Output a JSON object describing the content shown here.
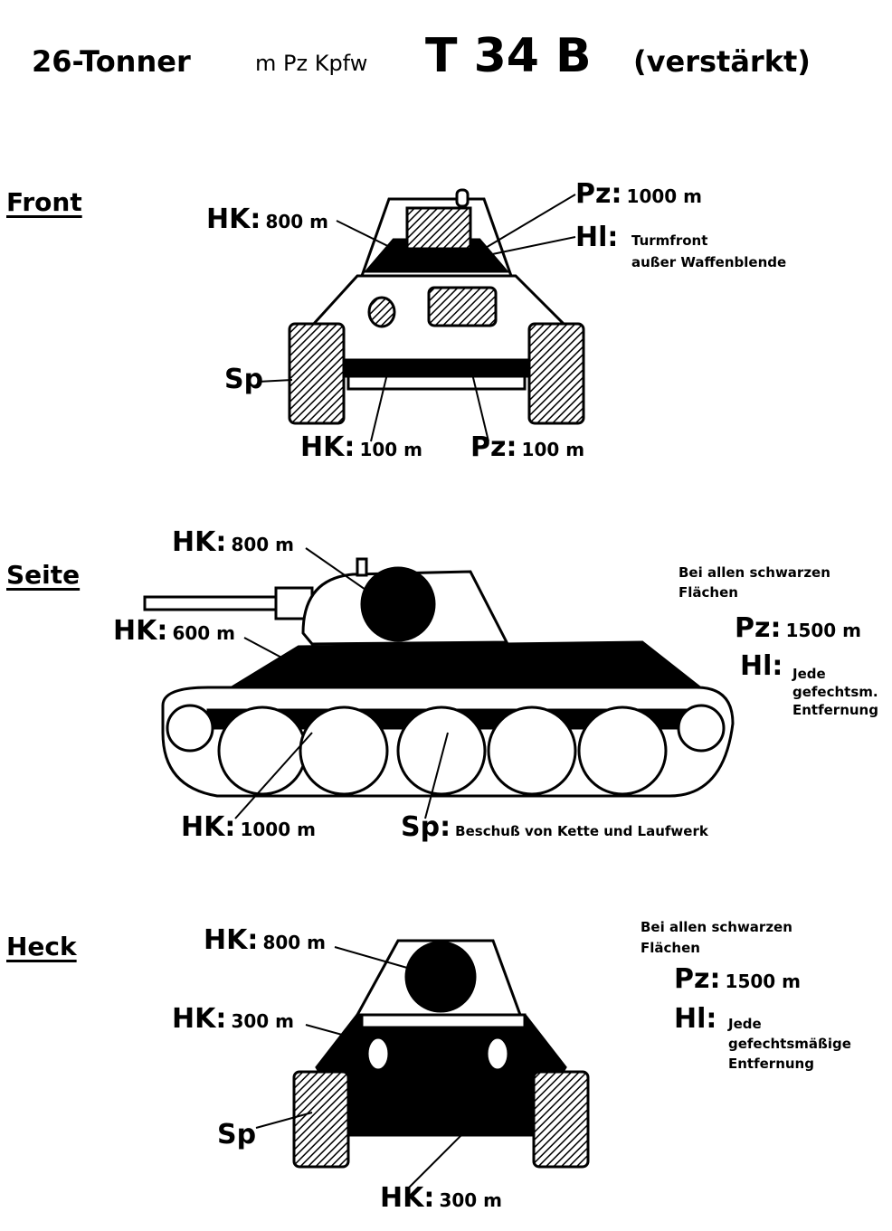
{
  "title": {
    "part1": "26-Tonner",
    "part2": "m Pz Kpfw",
    "part3": "T 34 B",
    "part4": "(verstärkt)"
  },
  "front": {
    "section": "Front",
    "labels": [
      {
        "code": "HK:",
        "value": "800 m"
      },
      {
        "code": "Pz:",
        "value": "1000 m"
      },
      {
        "code": "Hl:",
        "value": "Turmfront",
        "value2": "außer Waffenblende"
      },
      {
        "code": "Sp",
        "value": ""
      },
      {
        "code": "HK:",
        "value": "100 m"
      },
      {
        "code": "Pz:",
        "value": "100 m"
      }
    ]
  },
  "side": {
    "section": "Seite",
    "note": [
      "Bei allen schwarzen",
      "Flächen"
    ],
    "labels": [
      {
        "code": "HK:",
        "value": "800 m"
      },
      {
        "code": "HK:",
        "value": "600 m"
      },
      {
        "code": "Pz:",
        "value": "1500 m"
      },
      {
        "code": "Hl:",
        "value": "Jede",
        "value2": "gefechtsm.",
        "value3": "Entfernung"
      },
      {
        "code": "HK:",
        "value": "1000 m"
      },
      {
        "code": "Sp:",
        "value": "Beschuß von Kette und Laufwerk"
      }
    ]
  },
  "rear": {
    "section": "Heck",
    "note": [
      "Bei allen schwarzen",
      "Flächen"
    ],
    "labels": [
      {
        "code": "HK:",
        "value": "800 m"
      },
      {
        "code": "HK:",
        "value": "300 m"
      },
      {
        "code": "Sp",
        "value": ""
      },
      {
        "code": "HK:",
        "value": "300 m"
      },
      {
        "code": "Pz:",
        "value": "1500 m"
      },
      {
        "code": "Hl:",
        "value": "Jede",
        "value2": "gefechtsmäßige",
        "value3": "Entfernung"
      }
    ]
  }
}
